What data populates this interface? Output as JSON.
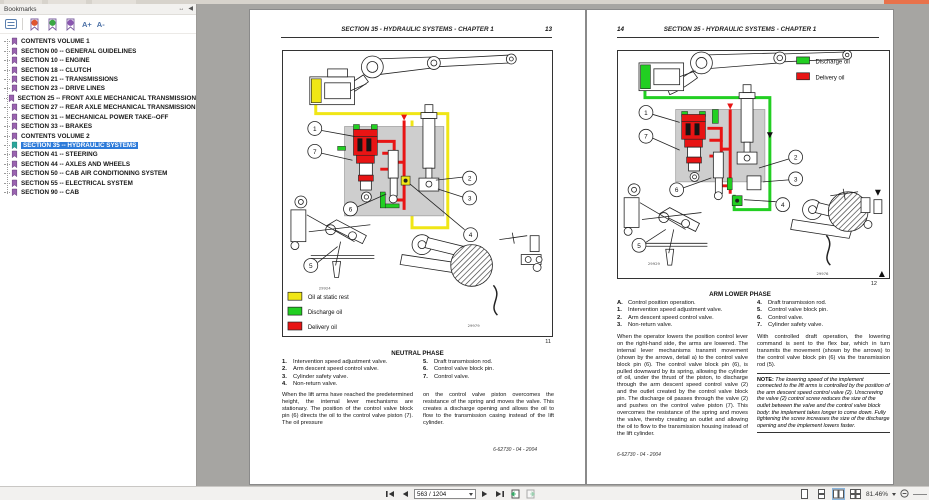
{
  "app": {
    "title": "Bookmarks"
  },
  "colors": {
    "static_oil": "#f0e616",
    "discharge_oil": "#22cf22",
    "delivery_oil": "#e81414",
    "selection_blue": "#2e7bd9",
    "accent_orange": "#e8724b"
  },
  "bookmarks_panel": {
    "title": "Bookmarks",
    "toolbar": {
      "text_increase_label": "A+",
      "text_decrease_label": "A-"
    },
    "items": [
      {
        "label": "CONTENTS VOLUME 1",
        "selected": false
      },
      {
        "label": "SECTION 00 -- GENERAL GUIDELINES",
        "selected": false
      },
      {
        "label": "SECTION 10 -- ENGINE",
        "selected": false
      },
      {
        "label": "SECTION 18 -- CLUTCH",
        "selected": false
      },
      {
        "label": "SECTION 21 -- TRANSMISSIONS",
        "selected": false
      },
      {
        "label": "SECTION 23 -- DRIVE LINES",
        "selected": false
      },
      {
        "label": "SECTION 25 -- FRONT AXLE MECHANICAL TRANSMISSION",
        "selected": false
      },
      {
        "label": "SECTION 27 -- REAR AXLE MECHANICAL TRANSMISSION",
        "selected": false
      },
      {
        "label": "SECTION 31 -- MECHANICAL POWER TAKE--OFF",
        "selected": false
      },
      {
        "label": "SECTION 33 -- BRAKES",
        "selected": false
      },
      {
        "label": "CONTENTS VOLUME 2",
        "selected": false
      },
      {
        "label": "SECTION 35 -- HYDRAULIC SYSTEMS",
        "selected": true
      },
      {
        "label": "SECTION 41 -- STEERING",
        "selected": false
      },
      {
        "label": "SECTION 44 -- AXLES AND WHEELS",
        "selected": false
      },
      {
        "label": "SECTION 50 -- CAB AIR CONDITIONING SYSTEM",
        "selected": false
      },
      {
        "label": "SECTION 55 -- ELECTRICAL SYSTEM",
        "selected": false
      },
      {
        "label": "SECTION 90 -- CAB",
        "selected": false
      }
    ]
  },
  "status_bar": {
    "page_value": "563 / 1204",
    "zoom_value": "81.46%"
  },
  "pages": {
    "left": {
      "header_title": "SECTION 35 - HYDRAULIC SYSTEMS - CHAPTER 1",
      "page_number": "13",
      "figure": {
        "number": "11",
        "code_left": "29924",
        "code_right": "29979",
        "legend": [
          {
            "label": "Oil at static rest",
            "color": "#f0e616"
          },
          {
            "label": "Discharge oil",
            "color": "#22cf22"
          },
          {
            "label": "Delivery oil",
            "color": "#e81414"
          }
        ],
        "callouts": [
          "1",
          "2",
          "3",
          "4",
          "5",
          "6",
          "7"
        ]
      },
      "caption": "NEUTRAL PHASE",
      "list_col1": [
        {
          "n": "1.",
          "t": "Intervention speed adjustment valve."
        },
        {
          "n": "2.",
          "t": "Arm descent speed control valve."
        },
        {
          "n": "3.",
          "t": "Cylinder safety valve."
        },
        {
          "n": "4.",
          "t": "Non-return valve."
        }
      ],
      "list_col2": [
        {
          "n": "5.",
          "t": "Draft transmission rod."
        },
        {
          "n": "6.",
          "t": "Control valve block pin."
        },
        {
          "n": "7.",
          "t": "Control valve."
        }
      ],
      "para_col1": "When the lift arms have reached the predetermined height, the internal lever mechanisms are stationary. The position of the control valve block pin (6) directs the oil to the control valve piston (7). The oil pressure",
      "para_col2": "on the control valve piston overcomes the resistance of the spring and moves the valve. This creates a discharge opening and allows the oil to flow to the transmission casing instead of the lift cylinder.",
      "footer": "6-62730 - 04 - 2004"
    },
    "right": {
      "header_title": "SECTION 35 - HYDRAULIC SYSTEMS - CHAPTER 1",
      "page_number": "14",
      "figure": {
        "number": "12",
        "code_left": "29929",
        "code_right": "29976",
        "legend": [
          {
            "label": "Discharge oil",
            "color": "#22cf22"
          },
          {
            "label": "Delivery oil",
            "color": "#e81414"
          }
        ],
        "callouts": [
          "1",
          "2",
          "3",
          "4",
          "5",
          "6",
          "7"
        ]
      },
      "caption": "ARM LOWER PHASE",
      "list_col1": [
        {
          "n": "A.",
          "t": "Control position operation."
        },
        {
          "n": "1.",
          "t": "Intervention speed adjustment valve."
        },
        {
          "n": "2.",
          "t": "Arm descent speed control valve."
        },
        {
          "n": "3.",
          "t": "Non-return valve."
        }
      ],
      "list_col2": [
        {
          "n": "4.",
          "t": "Draft transmission rod."
        },
        {
          "n": "5.",
          "t": "Control valve block pin."
        },
        {
          "n": "6.",
          "t": "Control valve."
        },
        {
          "n": "7.",
          "t": "Cylinder safety valve."
        }
      ],
      "para_col1": "When the operator lowers the position control lever on the right-hand side, the arms are lowered. The internal lever mechanisms transmit movement (shown by the arrows, detail a) to the control valve block pin (6). The control valve block pin (6), is pulled downward by its spring, allowing the cylinder of oil, under the thrust of the piston, to discharge through the arm descent speed control valve (2) and the outlet created by the control valve block pin. The discharge oil passes through the valve (2) and pushes on the control valve piston (7). This overcomes the resistance of the spring and moves the valve, thereby creating an outlet and allowing the oil to flow to the transmission housing instead of the lift cylinder.",
      "para_col2": "With controlled draft operation, the lowering command is sent to the flex bar, which in turn transmits the movement (shown by the arrows) to the control valve block pin (6) via the transmission rod (5).",
      "note_label": "NOTE:",
      "note_text": " The lowering speed of the implement connected to the lift arms is controlled by the position of the arm descent speed control valve (2). Unscrewing the valve (2) control screw reduces the size of the outlet between the valve and the control valve block body: the implement takes longer to come down. Fully tightening the screw increases the size of the discharge opening and the implement lowers faster.",
      "footer": "6-62730 - 04 - 2004"
    }
  }
}
